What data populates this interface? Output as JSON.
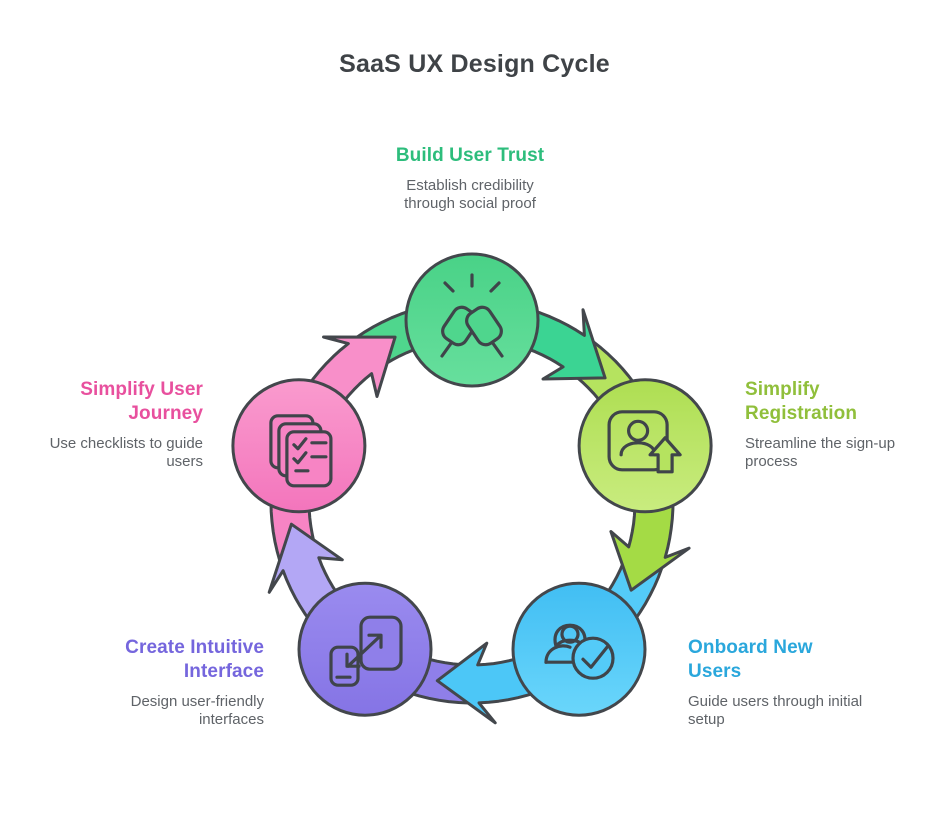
{
  "title": "SaaS UX Design Cycle",
  "palette": {
    "background": "#ffffff",
    "outline": "#43474c",
    "icon_stroke": "#3f444a",
    "title_color": "#3f4347",
    "desc_color": "#5f6368"
  },
  "nodes": [
    {
      "id": "build-user-trust",
      "label": "Build User Trust",
      "desc": "Establish credibility\nthrough social proof",
      "heading_color": "#2dbd7c",
      "circle_top": "#49d287",
      "circle_bottom": "#67df9d",
      "band_color": "#4fd68d",
      "arrow_color": "#3bd493",
      "icon": "fist-bump-icon",
      "angle": -90
    },
    {
      "id": "simplify-registration",
      "label": "Simplify\nRegistration",
      "desc": "Streamline the sign-up\nprocess",
      "heading_color": "#90bf3b",
      "circle_top": "#aede52",
      "circle_bottom": "#c9ec7f",
      "band_color": "#b5e35f",
      "arrow_color": "#a4db45",
      "icon": "user-signup-icon",
      "angle": -18
    },
    {
      "id": "onboard-new-users",
      "label": "Onboard New\nUsers",
      "desc": "Guide users through initial\nsetup",
      "heading_color": "#2aa7dc",
      "circle_top": "#41bef3",
      "circle_bottom": "#6ad6fb",
      "band_color": "#54cbf8",
      "arrow_color": "#4cc7f7",
      "icon": "user-check-icon",
      "angle": 54
    },
    {
      "id": "create-intuitive-interface",
      "label": "Create Intuitive\nInterface",
      "desc": "Design user-friendly\ninterfaces",
      "heading_color": "#7566dd",
      "circle_top": "#9a8bef",
      "circle_bottom": "#8574e5",
      "band_color": "#8f7fe9",
      "arrow_color": "#b3a7f5",
      "icon": "responsive-devices-icon",
      "angle": 126
    },
    {
      "id": "simplify-user-journey",
      "label": "Simplify User\nJourney",
      "desc": "Use checklists to guide\nusers",
      "heading_color": "#e8509e",
      "circle_top": "#fa9bce",
      "circle_bottom": "#f375bc",
      "band_color": "#f784c4",
      "arrow_color": "#f88fc9",
      "icon": "checklist-icon",
      "angle": 198
    }
  ]
}
